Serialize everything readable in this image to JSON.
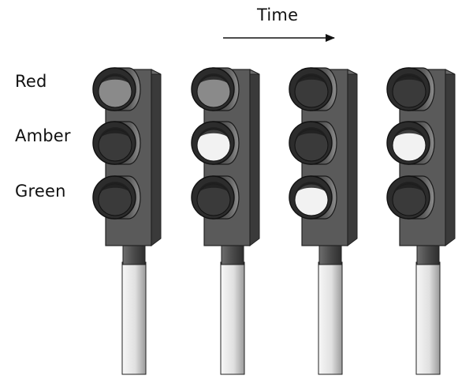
{
  "time_label": "Time",
  "row_labels": [
    "Red",
    "Amber",
    "Green"
  ],
  "lamp_colors": {
    "lit": "#f2f2f2",
    "dim": "#8a8a8a",
    "off": "#3a3a3a",
    "housing": "#5a5a5a",
    "pole": "#e6e6e6"
  },
  "states": [
    {
      "red": "dim",
      "amber": "off",
      "green": "off"
    },
    {
      "red": "dim",
      "amber": "lit",
      "green": "off"
    },
    {
      "red": "off",
      "amber": "off",
      "green": "lit"
    },
    {
      "red": "off",
      "amber": "lit",
      "green": "off"
    }
  ]
}
